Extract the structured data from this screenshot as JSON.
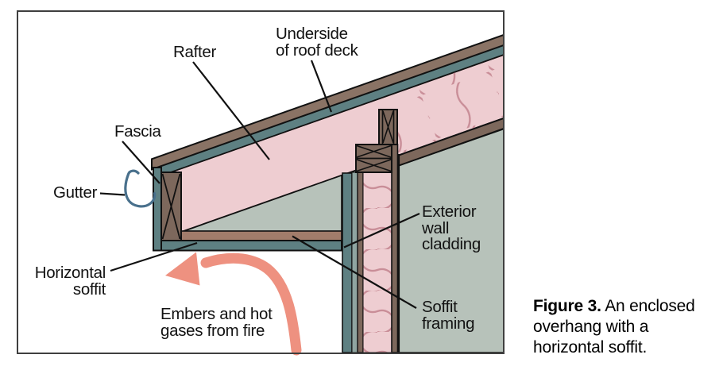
{
  "figure": {
    "caption": {
      "bold": "Figure 3.",
      "rest": " An enclosed",
      "line2": "overhang with a",
      "line3": "horizontal soffit."
    },
    "labels": {
      "rafter": "Rafter",
      "underside_line1": "Underside",
      "underside_line2": "of roof deck",
      "fascia": "Fascia",
      "gutter": "Gutter",
      "horizontal_soffit_line1": "Horizontal",
      "horizontal_soffit_line2": "soffit",
      "embers_line1": "Embers and hot",
      "embers_line2": "gases from fire",
      "cladding_line1": "Exterior",
      "cladding_line2": "wall",
      "cladding_line3": "cladding",
      "soffit_framing_line1": "Soffit",
      "soffit_framing_line2": "framing"
    },
    "colors": {
      "frame": "#3f3f3f",
      "outline": "#111111",
      "deck_wood": "#8a7365",
      "wood": "#7d685c",
      "framing_light": "#a17c6b",
      "teal": "#5e8082",
      "sage_strip": "#8fa5a1",
      "interior_sage": "#b7c2ba",
      "insulation_pink": "#eecdd1",
      "insulation_swirl": "#c98e98",
      "arrow_coral": "#ee9180",
      "gutter_blue": "#49708c",
      "background": "#ffffff"
    }
  }
}
